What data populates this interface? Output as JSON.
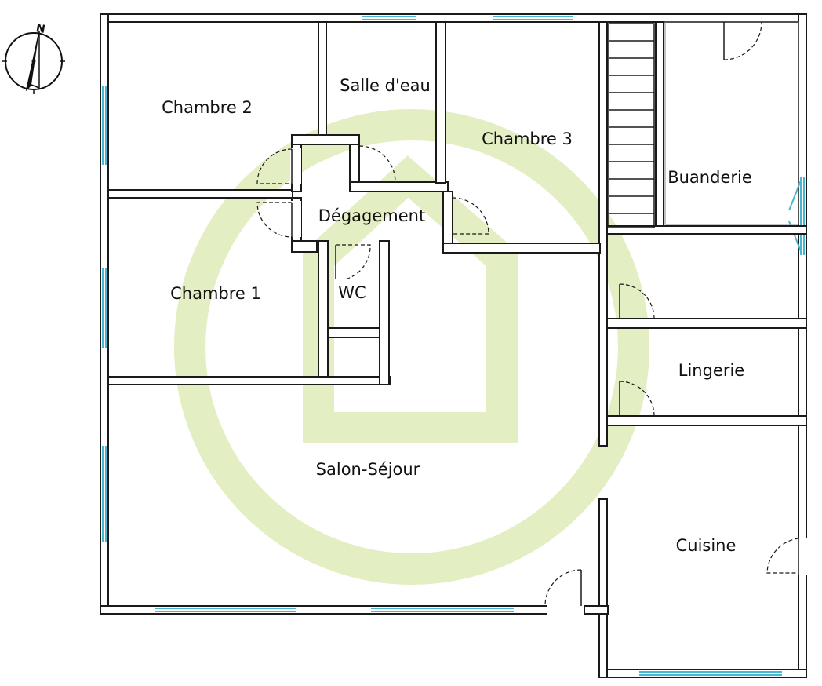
{
  "plan": {
    "compass": {
      "north_label": "N",
      "icon": "compass-rose-icon"
    },
    "rooms": {
      "chambre2": "Chambre 2",
      "salle_deau": "Salle d'eau",
      "chambre3": "Chambre 3",
      "buanderie": "Buanderie",
      "degagement": "Dégagement",
      "chambre1": "Chambre 1",
      "wc": "WC",
      "lingerie": "Lingerie",
      "salon_sejour": "Salon-Séjour",
      "cuisine": "Cuisine"
    },
    "colors": {
      "walls": "#1a1a1a",
      "windows": "#47b8d4",
      "watermark": "#d9e8ad"
    },
    "watermark_icon": "house-in-circle-logo"
  }
}
